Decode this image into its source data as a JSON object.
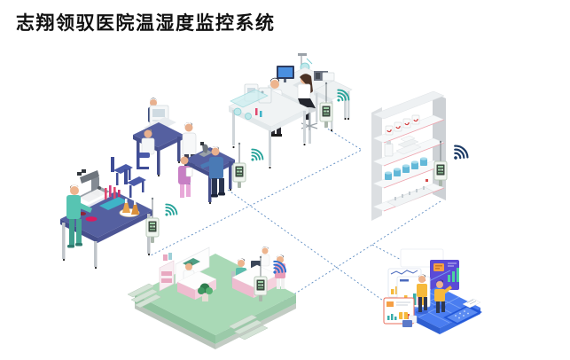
{
  "title": "志翔领驭医院温湿度监控系统",
  "sensor_count": 5,
  "colors": {
    "title_text": "#111111",
    "link_line": "#5d8cc2",
    "wifi_teal": "#27a39a",
    "wifi_blue": "#2f6fd0",
    "wifi_navy": "#1d3b66",
    "desk_indigo": "#5560a0",
    "ward_mint": "#a6d7b3",
    "platform_blue": "#4a7df0",
    "screen_purple": "#5b4bd6",
    "chart_yellow": "#f6b93b"
  },
  "icons": [
    "wifi-signal-icon",
    "sensor-device-icon",
    "antenna-icon"
  ],
  "scenes": [
    {
      "id": "microscope-table"
    },
    {
      "id": "analysis-desks"
    },
    {
      "id": "research-lab"
    },
    {
      "id": "medicine-shelf"
    },
    {
      "id": "nurse-station"
    },
    {
      "id": "monitoring-center"
    }
  ]
}
